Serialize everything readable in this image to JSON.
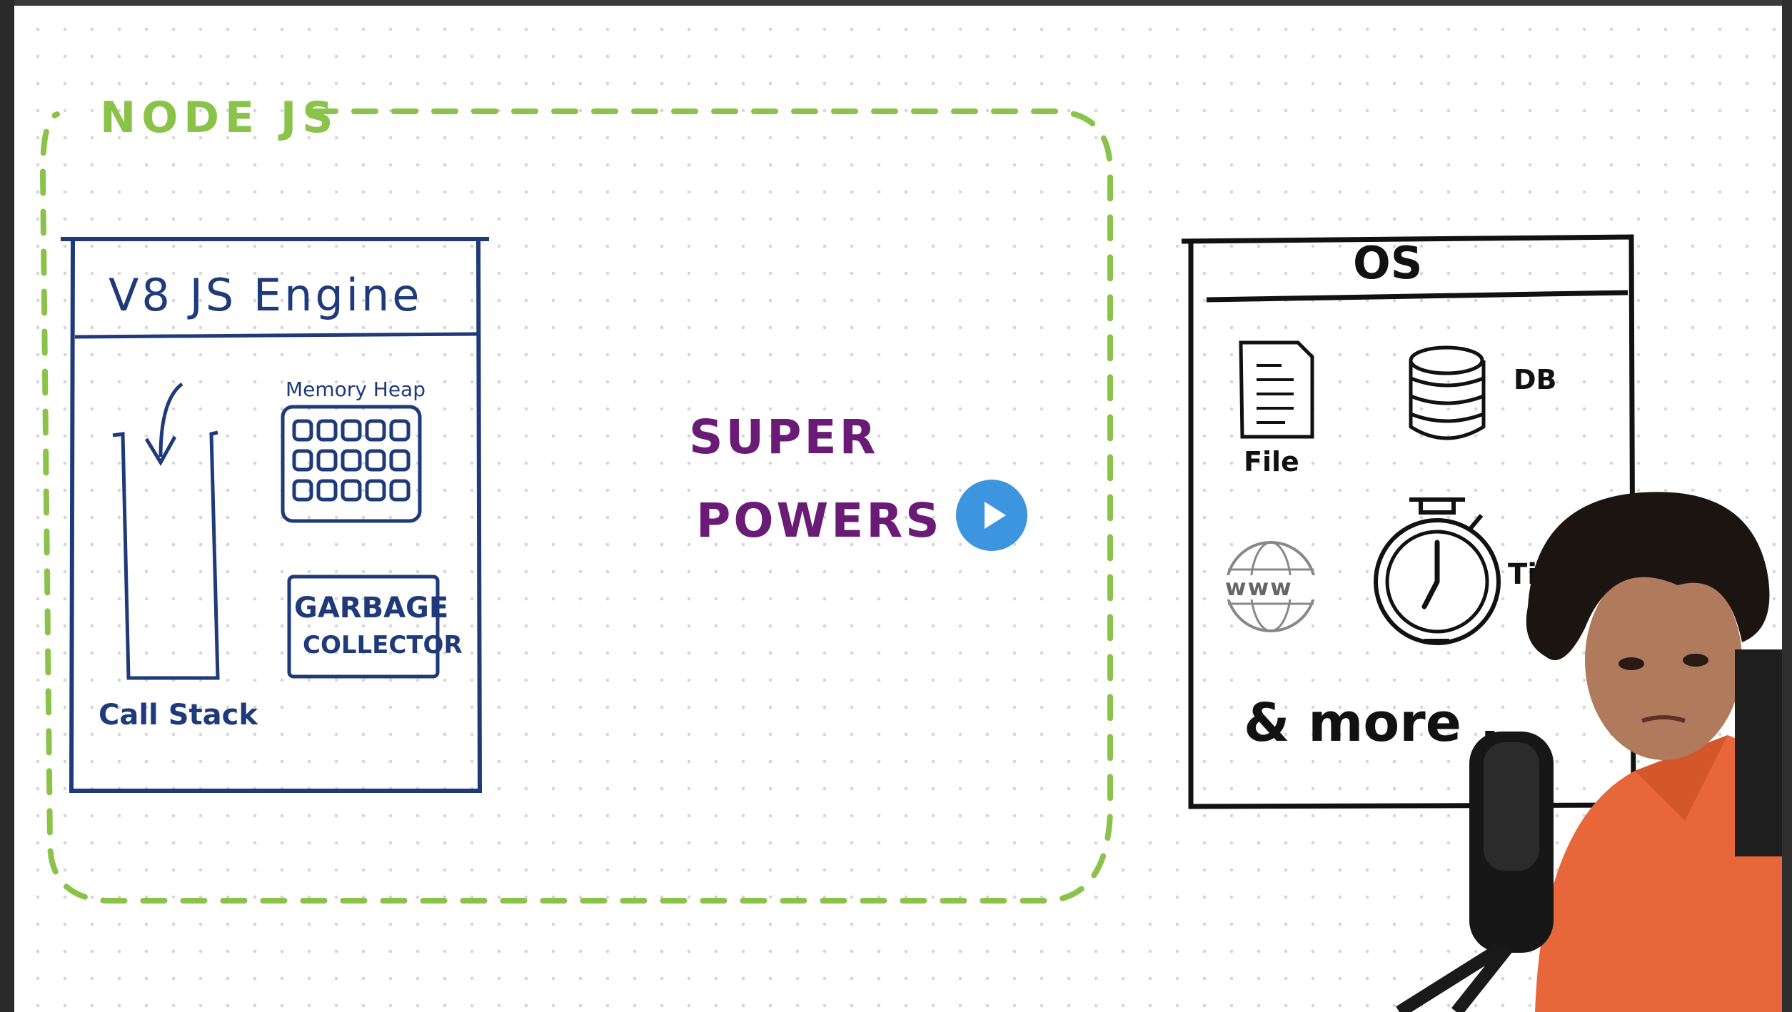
{
  "node_box": {
    "title": "NODE JS",
    "color": "#8bc34a"
  },
  "v8_box": {
    "title": "V8 JS Engine",
    "memory_heap_label": "Memory Heap",
    "garbage_collector_lines": [
      "GARBAGE",
      "COLLECTOR"
    ],
    "call_stack_label": "Call Stack",
    "color": "#1f3a7a"
  },
  "super_powers": {
    "lines": [
      "SUPER",
      "POWERS"
    ],
    "color": "#6a1b76"
  },
  "os_box": {
    "title": "OS",
    "file_label": "File",
    "db_label": "DB",
    "www_label": "www",
    "timer_label": "Ti",
    "more_label": "& more .",
    "color": "#111111"
  },
  "video": {
    "play_button_color": "#3d95e0"
  },
  "presenter": {
    "shirt_color": "#e8673a"
  }
}
